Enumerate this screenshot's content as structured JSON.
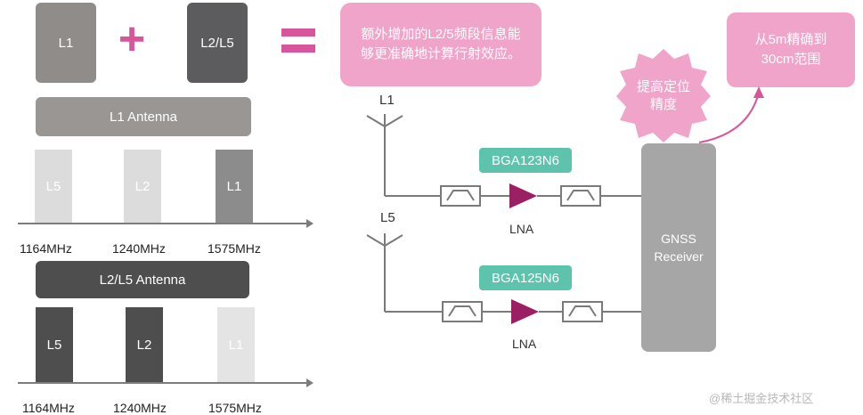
{
  "combo": {
    "l1": "L1",
    "plus": "+",
    "l2l5": "L2/L5",
    "equals": "="
  },
  "note_extra": "额外增加的L2/5频段信息能够更准确地计算行射效应。",
  "note_improve": "提高定位精度",
  "note_range": "从5m精确到30cm范围",
  "l1_antenna": {
    "title": "L1 Antenna",
    "bars": [
      "L5",
      "L2",
      "L1"
    ],
    "freqs": [
      "1164MHz",
      "1240MHz",
      "1575MHz"
    ]
  },
  "l2l5_antenna": {
    "title": "L2/L5 Antenna",
    "bars": [
      "L5",
      "L2",
      "L1"
    ],
    "freqs": [
      "1164MHz",
      "1240MHz",
      "1575MHz"
    ]
  },
  "chain_top": {
    "antenna": "L1",
    "chip": "BGA123N6",
    "lna": "LNA"
  },
  "chain_bottom": {
    "antenna": "L5",
    "chip": "BGA125N6",
    "lna": "LNA"
  },
  "receiver": {
    "line1": "GNSS",
    "line2": "Receiver"
  },
  "watermark": "@稀土掘金技术社区",
  "colors": {
    "pink": "#f1a4c9",
    "teal": "#5ec3ad",
    "magenta": "#9a1f63",
    "dark_gray": "#4e4e4f",
    "light_gray": "#dcdcdc"
  }
}
